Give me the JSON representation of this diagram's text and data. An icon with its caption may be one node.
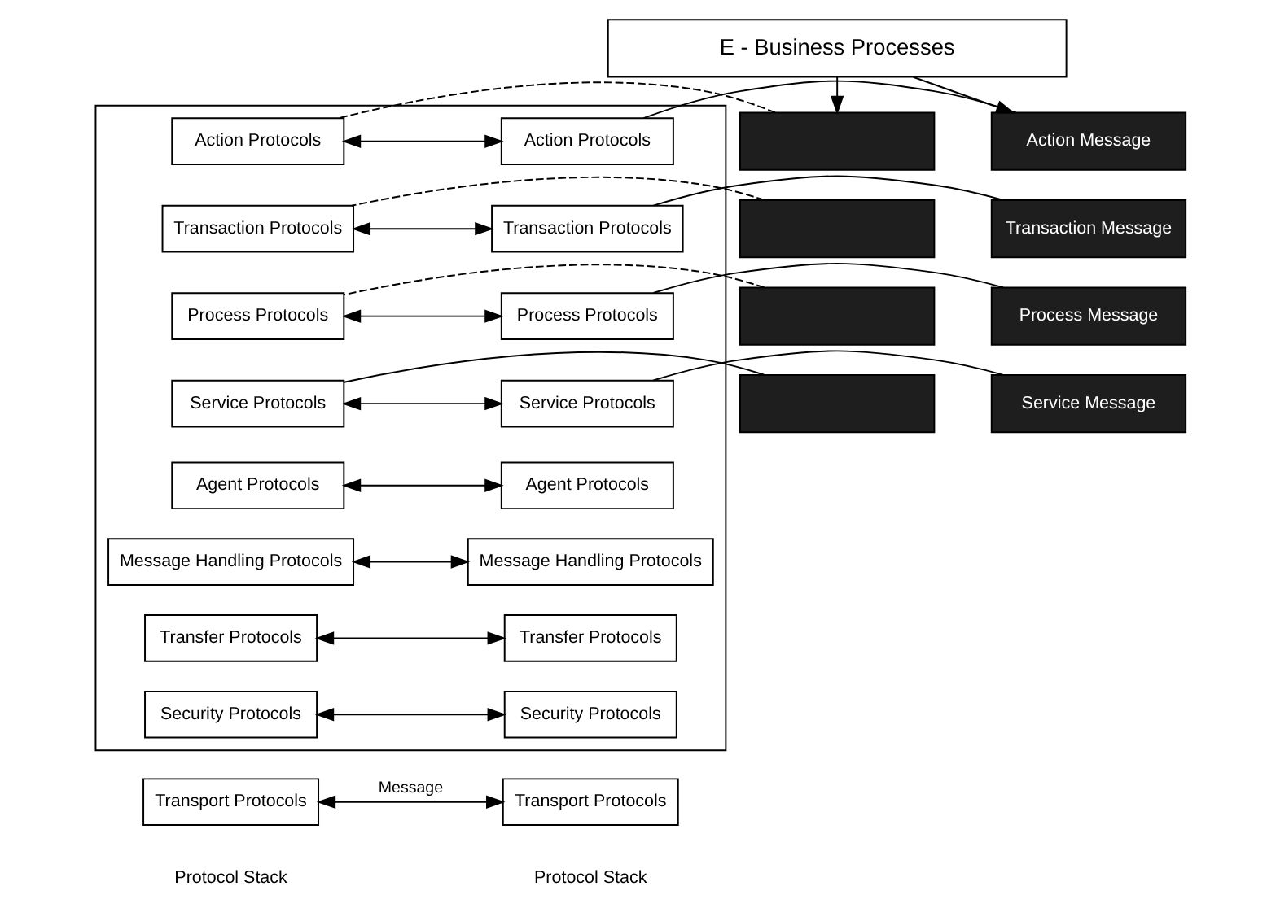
{
  "diagram": {
    "nodes": [
      {
        "text": [
          "E - Business Processes"
        ]
      },
      {
        "text": [],
        "shape": "box"
      },
      {
        "text": [],
        "shape": "box"
      },
      {
        "text": [],
        "shape": "box"
      },
      {
        "text": [],
        "shape": "box"
      },
      {
        "text": [
          "Action Message"
        ]
      },
      {
        "text": [
          "Transaction Message"
        ]
      },
      {
        "text": [
          "Process Message"
        ]
      },
      {
        "text": [
          "Service Message"
        ]
      },
      {
        "text": [],
        "shape": "box"
      },
      {
        "text": [
          "Action Protocols"
        ],
        "in": 9
      },
      {
        "text": [
          "Transaction Protocols"
        ],
        "in": 9
      },
      {
        "text": [
          "Process Protocols"
        ],
        "in": 9
      },
      {
        "text": [
          "Service Protocols"
        ],
        "in": 9
      },
      {
        "text": [
          "Agent Protocols"
        ],
        "in": 9
      },
      {
        "text": [
          "Message Handling Protocols"
        ],
        "in": 9
      },
      {
        "text": [
          "Transfer Protocols"
        ],
        "in": 9
      },
      {
        "text": [
          "Security Protocols"
        ],
        "in": 9
      },
      {
        "text": [
          "Action Protocols"
        ],
        "in": 9
      },
      {
        "text": [
          "Transaction Protocols"
        ],
        "in": 9
      },
      {
        "text": [
          "Process Protocols"
        ],
        "in": 9
      },
      {
        "text": [
          "Service Protocols"
        ],
        "in": 9
      },
      {
        "text": [
          "Agent Protocols"
        ],
        "in": 9
      },
      {
        "text": [
          "Message Handling Protocols"
        ],
        "in": 9
      },
      {
        "text": [
          "Transfer Protocols"
        ],
        "in": 9
      },
      {
        "text": [
          "Security Protocols"
        ],
        "in": 9
      },
      {
        "text": [
          "Transport Protocols"
        ]
      },
      {
        "text": [
          "Transport Protocols"
        ]
      }
    ],
    "edges": [
      {
        "from": 0,
        "to": 1,
        "arrow": "to"
      },
      {
        "from": 0,
        "to": 5,
        "arrow": "to"
      },
      {
        "from": 1,
        "to": 10,
        "arrow": "none",
        "style": "dashed"
      },
      {
        "from": 2,
        "to": 11,
        "arrow": "none",
        "style": "dashed"
      },
      {
        "from": 3,
        "to": 12,
        "arrow": "none",
        "style": "dashed"
      },
      {
        "from": 4,
        "to": 13,
        "arrow": "none"
      },
      {
        "from": 18,
        "to": 5,
        "arrow": "none"
      },
      {
        "from": 19,
        "to": 6,
        "arrow": "none"
      },
      {
        "from": 20,
        "to": 7,
        "arrow": "none"
      },
      {
        "from": 21,
        "to": 8,
        "arrow": "none"
      },
      {
        "from": 10,
        "to": 18,
        "arrow": "both"
      },
      {
        "from": 11,
        "to": 19,
        "arrow": "both"
      },
      {
        "from": 12,
        "to": 20,
        "arrow": "both"
      },
      {
        "from": 13,
        "to": 21,
        "arrow": "both"
      },
      {
        "from": 14,
        "to": 22,
        "arrow": "both"
      },
      {
        "from": 15,
        "to": 23,
        "arrow": "both"
      },
      {
        "from": 16,
        "to": 24,
        "arrow": "both"
      },
      {
        "from": 17,
        "to": 25,
        "arrow": "both"
      },
      {
        "from": 26,
        "to": 27,
        "arrow": "both",
        "label": "Message"
      }
    ],
    "labels": [
      "Protocol Stack",
      "Protocol Stack"
    ]
  }
}
